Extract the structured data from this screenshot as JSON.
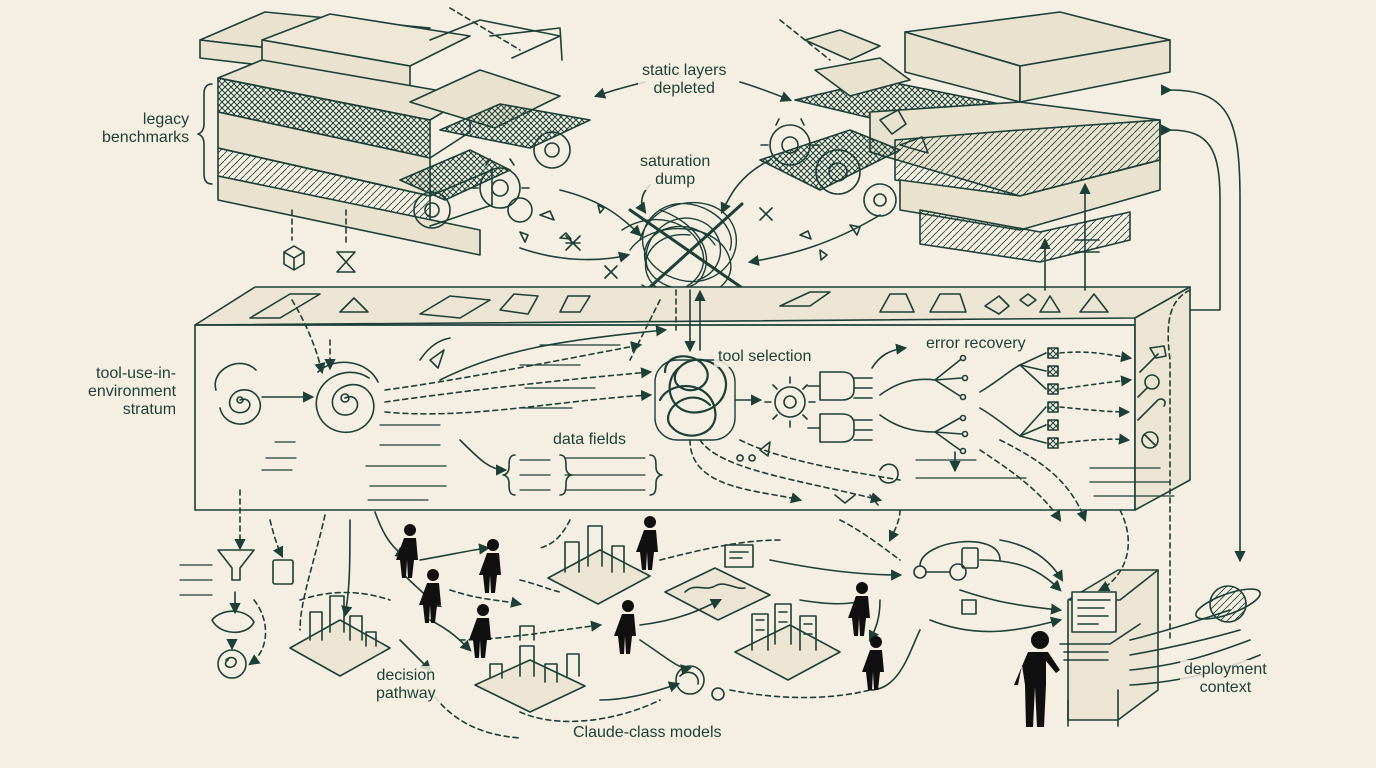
{
  "labels": {
    "legacy_benchmarks": "legacy\nbenchmarks",
    "static_layers_depleted": "static layers\ndepleted",
    "saturation_dump": "saturation\ndump",
    "tool_use_stratum": "tool-use-in-\nenvironment\nstratum",
    "tool_selection": "tool selection",
    "error_recovery": "error recovery",
    "data_fields": "data fields",
    "decision_pathway": "decision\npathway",
    "claude_class_models": "Claude-class models",
    "deployment_context": "deployment\ncontext"
  },
  "colors": {
    "ink": "#1c3f38",
    "paper": "#f4efe2",
    "slab": "#e9e2cf",
    "figure": "#101010"
  }
}
